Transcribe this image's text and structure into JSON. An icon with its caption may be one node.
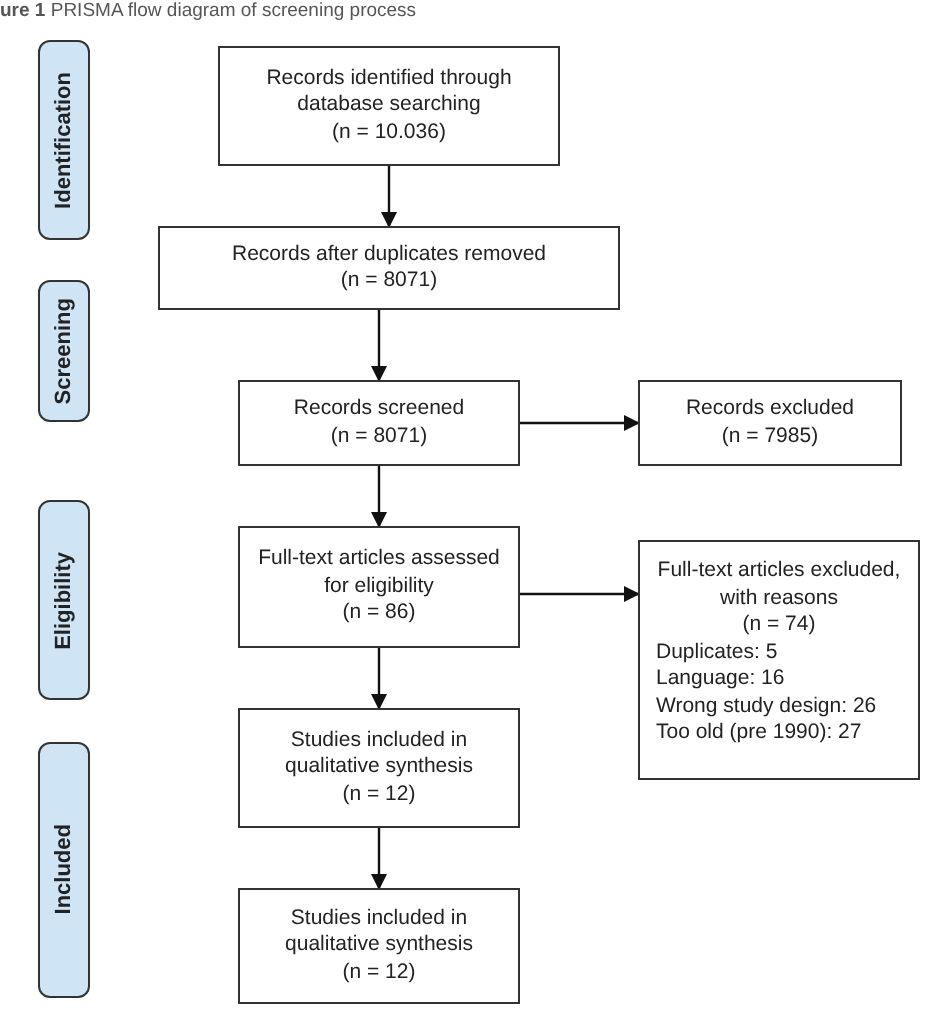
{
  "diagram": {
    "title": "**ure 1** PRISMA flow diagram of screening process",
    "nodes": [
      {
        "text": [
          "Identification"
        ]
      },
      {
        "text": [
          "Screening"
        ]
      },
      {
        "text": [
          "Eligibility"
        ]
      },
      {
        "text": [
          "Included"
        ]
      },
      {
        "text": [
          "Records identified through database searching",
          "(n = 10.036)"
        ]
      },
      {
        "text": [
          "Records after duplicates removed",
          "(n = 8071)"
        ]
      },
      {
        "text": [
          "Records screened",
          "(n = 8071)"
        ]
      },
      {
        "text": [
          "Records excluded",
          "(n = 7985)"
        ]
      },
      {
        "text": [
          "Full-text articles assessed for eligibility",
          "(n = 86)"
        ]
      },
      {
        "text": [
          "Full-text articles excluded, with reasons",
          "(n = 74)",
          "Duplicates: 5",
          "Language: 16",
          "Wrong study design: 26",
          "Too old (pre 1990): 27"
        ]
      },
      {
        "text": [
          "Studies included in qualitative synthesis",
          "(n = 12)"
        ]
      },
      {
        "text": [
          "Studies included in qualitative synthesis",
          "(n = 12)"
        ]
      }
    ],
    "edges": [
      {
        "from": 4,
        "to": 5,
        "arrow": "to"
      },
      {
        "from": 5,
        "to": 6,
        "arrow": "to"
      },
      {
        "from": 6,
        "to": 7,
        "arrow": "to"
      },
      {
        "from": 6,
        "to": 8,
        "arrow": "to"
      },
      {
        "from": 8,
        "to": 9,
        "arrow": "to"
      },
      {
        "from": 8,
        "to": 10,
        "arrow": "to"
      },
      {
        "from": 10,
        "to": 11,
        "arrow": "to"
      }
    ]
  }
}
